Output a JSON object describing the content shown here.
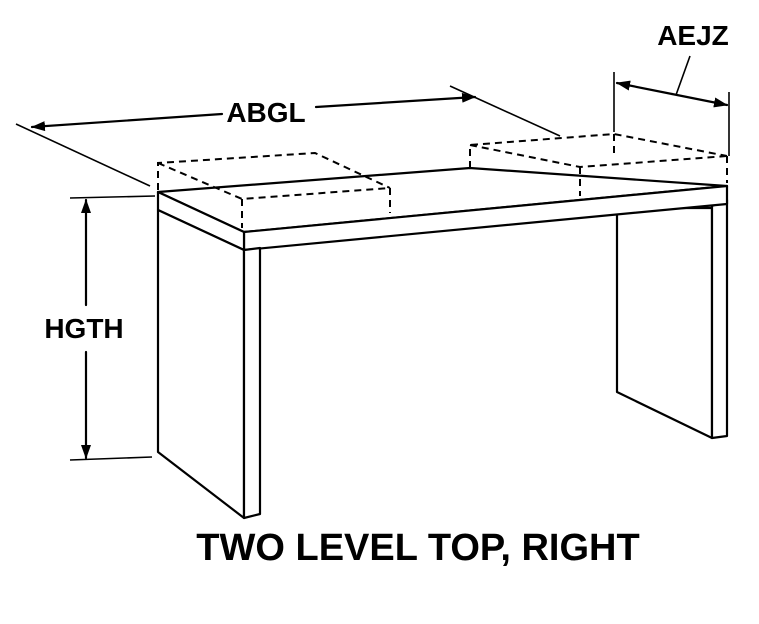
{
  "labels": {
    "length": "ABGL",
    "depth": "AEJZ",
    "height": "HGTH"
  },
  "caption": "TWO LEVEL TOP, RIGHT"
}
